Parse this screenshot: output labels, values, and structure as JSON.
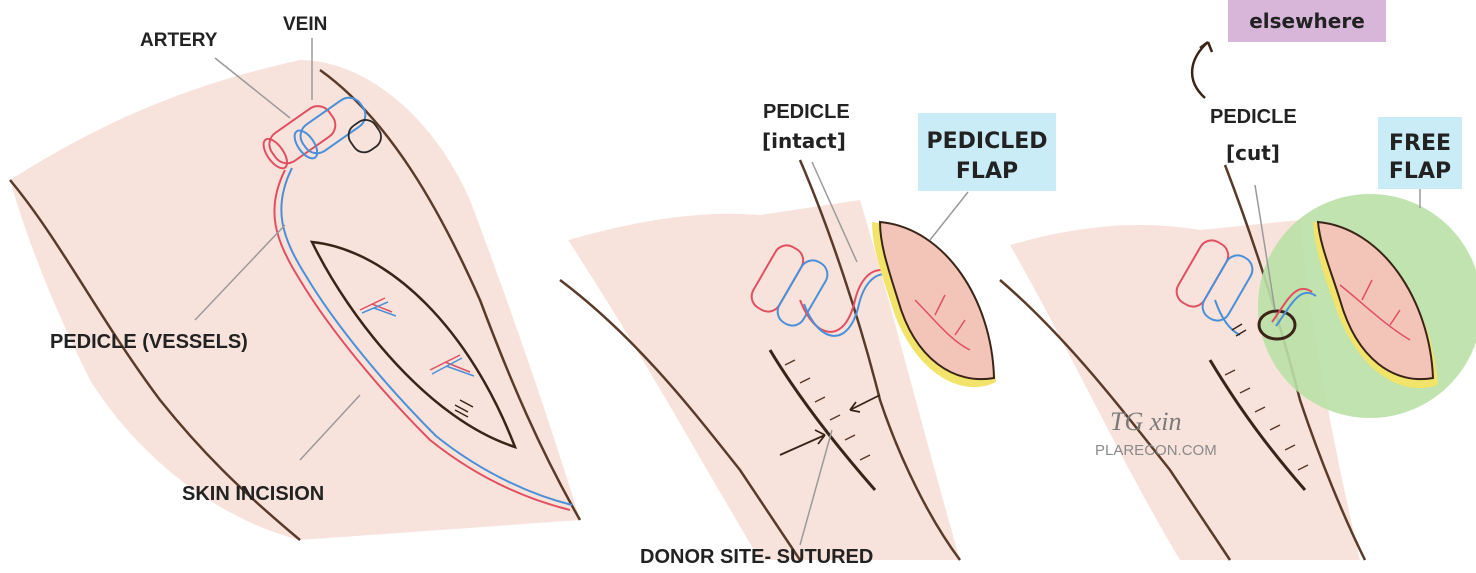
{
  "labels": {
    "artery": "ARTERY",
    "vein": "VEIN",
    "pedicle_vessels": "PEDICLE (VESSELS)",
    "skin_incision": "SKIN INCISION",
    "pedicle_intact_1": "PEDICLE",
    "pedicle_intact_2": "[intact]",
    "pedicled_flap_1": "PEDICLED",
    "pedicled_flap_2": "FLAP",
    "donor_site": "DONOR SITE- SUTURED",
    "elsewhere": "elsewhere",
    "pedicle_cut_1": "PEDICLE",
    "pedicle_cut_2": "[cut]",
    "free_flap_1": "FREE",
    "free_flap_2": "FLAP",
    "signature": "TG xin",
    "website": "PLARECON.COM"
  },
  "colors": {
    "skin": "#f8e3dc",
    "outline": "#5a3b2a",
    "artery": "#e05060",
    "vein": "#4a90d9",
    "flap": "#f3c4b8",
    "flap_edge": "#f2e36a",
    "label_box_blue": "#c9ecf6",
    "label_box_purple": "#d7b6da",
    "free_circle": "#b9e0a6",
    "leader": "#9a9a9a"
  }
}
